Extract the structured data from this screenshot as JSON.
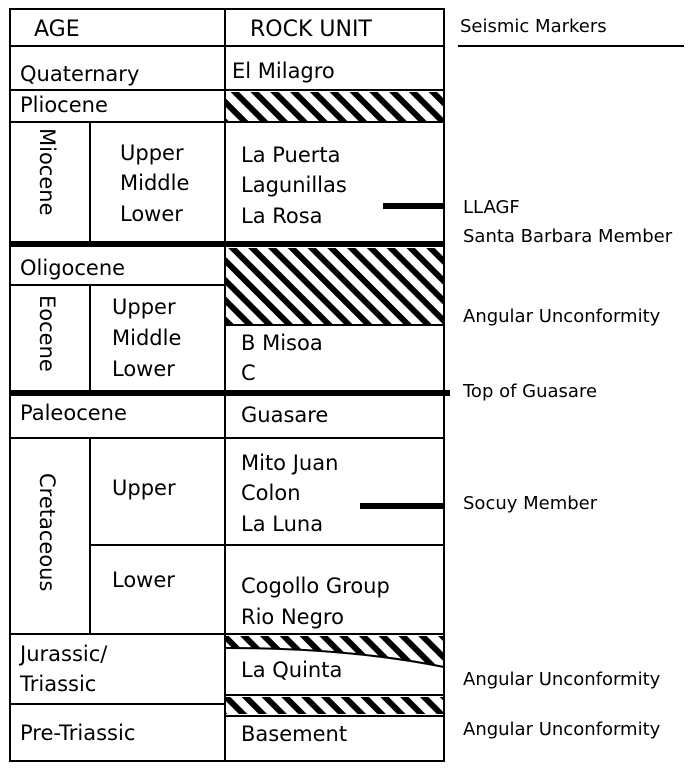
{
  "header": {
    "age": "AGE",
    "rock_unit": "ROCK UNIT",
    "seismic_markers": "Seismic Markers"
  },
  "ages": {
    "quaternary": "Quaternary",
    "pliocene": "Pliocene",
    "miocene": "Miocene",
    "miocene_sub": [
      "Upper",
      "Middle",
      "Lower"
    ],
    "oligocene": "Oligocene",
    "eocene": "Eocene",
    "eocene_sub": [
      "Upper",
      "Middle",
      "Lower"
    ],
    "paleocene": "Paleocene",
    "cretaceous": "Cretaceous",
    "cretaceous_upper": "Upper",
    "cretaceous_lower": "Lower",
    "jurassic_line1": "Jurassic/",
    "jurassic_line2": "Triassic",
    "pre_triassic": "Pre-Triassic"
  },
  "rock_units": {
    "el_milagro": "El Milagro",
    "miocene_units": [
      "La Puerta",
      "Lagunillas",
      "La Rosa"
    ],
    "misoa_b": "B  Misoa",
    "misoa_c": "C",
    "guasare": "Guasare",
    "cretaceous_upper_units": [
      "Mito Juan",
      "Colon",
      "La Luna"
    ],
    "cretaceous_lower_units": [
      "Cogollo Group",
      "Rio Negro"
    ],
    "la_quinta": "La Quinta",
    "basement": "Basement"
  },
  "markers": {
    "llagf": "LLAGF",
    "santa_barbara": "Santa Barbara Member",
    "angular_unconformity_1": "Angular Unconformity",
    "top_guasare": "Top of Guasare",
    "socuy": "Socuy Member",
    "angular_unconformity_2": "Angular Unconformity",
    "angular_unconformity_3": "Angular Unconformity"
  }
}
